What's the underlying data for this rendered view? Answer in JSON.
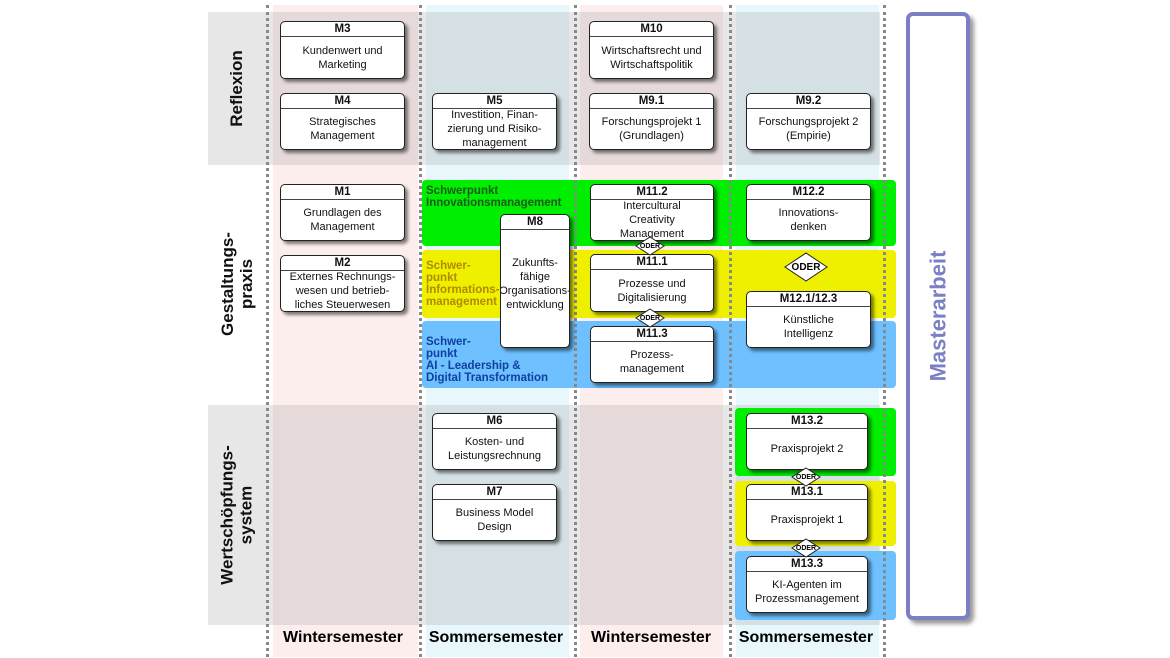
{
  "rows": {
    "reflexion": "Reflexion",
    "gestaltung": "Gestaltungs-\npraxis",
    "wertschoepfung": "Wertschöpfungs-\nsystem"
  },
  "semesters": [
    "Wintersemester",
    "Sommersemester",
    "Wintersemester",
    "Sommersemester"
  ],
  "bands": {
    "innovation": "Schwerpunkt\nInnovationsmanagement",
    "information": "Schwer-\npunkt\nInformations-\nmanagement",
    "ai": "Schwer-\npunkt\nAI - Leadership &\nDigital Transformation"
  },
  "modules": {
    "m3": {
      "code": "M3",
      "title": "Kundenwert und\nMarketing"
    },
    "m4": {
      "code": "M4",
      "title": "Strategisches\nManagement"
    },
    "m5": {
      "code": "M5",
      "title": "Investition, Finan-\nzierung und Risiko-\nmanagement"
    },
    "m10": {
      "code": "M10",
      "title": "Wirtschaftsrecht und\nWirtschaftspolitik"
    },
    "m91": {
      "code": "M9.1",
      "title": "Forschungsprojekt 1\n(Grundlagen)"
    },
    "m92": {
      "code": "M9.2",
      "title": "Forschungsprojekt 2\n(Empirie)"
    },
    "m1": {
      "code": "M1",
      "title": "Grundlagen des\nManagement"
    },
    "m2": {
      "code": "M2",
      "title": "Externes Rechnungs-\nwesen und betrieb-\nliches Steuerwesen"
    },
    "m8": {
      "code": "M8",
      "title": "Zukunfts-\nfähige\nOrganisations-\nentwicklung"
    },
    "m112": {
      "code": "M11.2",
      "title": "Intercultural\nCreativity\nManagement"
    },
    "m111": {
      "code": "M11.1",
      "title": "Prozesse und\nDigitalisierung"
    },
    "m113": {
      "code": "M11.3",
      "title": "Prozess-\nmanagement"
    },
    "m122": {
      "code": "M12.2",
      "title": "Innovations-\ndenken"
    },
    "m121": {
      "code": "M12.1/12.3",
      "title": "Künstliche\nIntelligenz"
    },
    "m6": {
      "code": "M6",
      "title": "Kosten- und\nLeistungsrechnung"
    },
    "m7": {
      "code": "M7",
      "title": "Business Model\nDesign"
    },
    "m132": {
      "code": "M13.2",
      "title": "Praxisprojekt 2"
    },
    "m131": {
      "code": "M13.1",
      "title": "Praxisprojekt 1"
    },
    "m133": {
      "code": "M13.3",
      "title": "KI-Agenten im\nProzessmanagement"
    }
  },
  "oder": "ODER",
  "masterarbeit": "Masterarbeit",
  "colors": {
    "green": "#00ee00",
    "yellow": "#eef000",
    "blue": "#6ec0ff",
    "accent": "#7b7fc4"
  }
}
